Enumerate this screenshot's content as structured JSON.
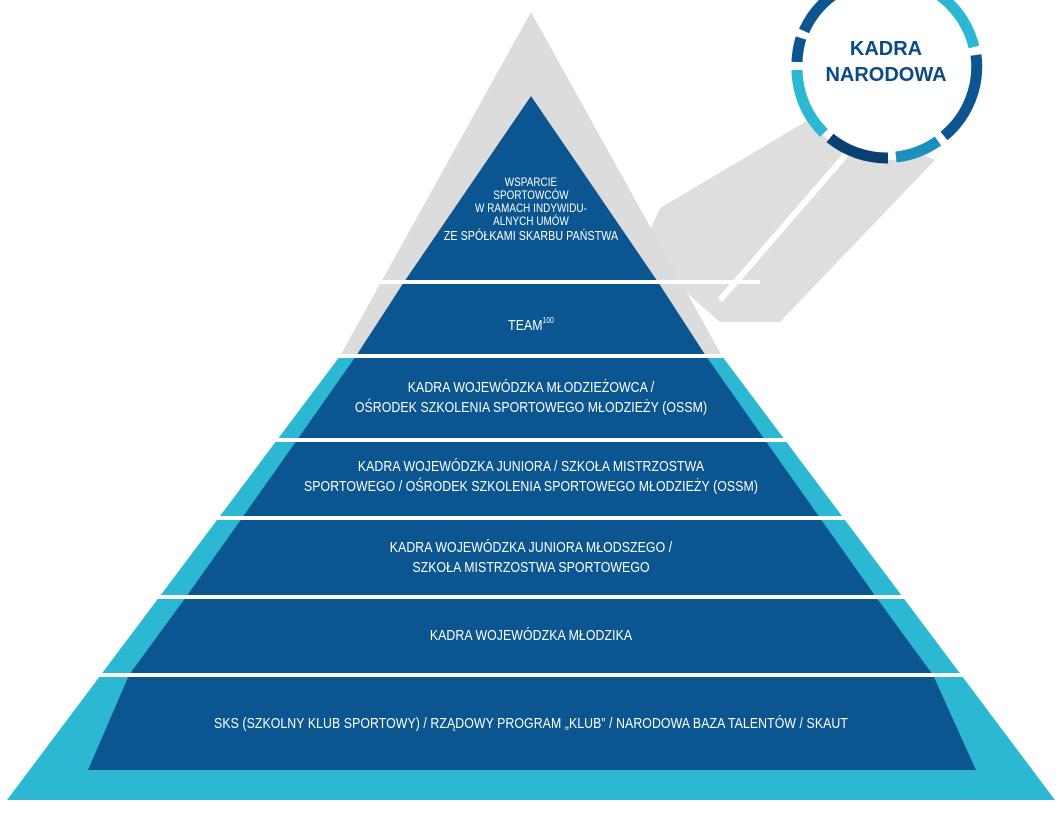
{
  "colors": {
    "background": "#ffffff",
    "dark_blue": "#0b5690",
    "light_blue": "#2cb8d3",
    "light_grey": "#dcdcdc",
    "badge_ring_dark": "#0b5690",
    "badge_ring_light": "#1ea6c8",
    "badge_text": "#0a4a86"
  },
  "badge": {
    "line1": "KADRA",
    "line2": "NARODOWA"
  },
  "levels": [
    {
      "id": "wsparcie",
      "lines": [
        "WSPARCIE",
        "SPORTOWCÓW",
        "W RAMACH INDYWIDU-",
        "ALNYCH UMÓW",
        "ZE SPÓŁKAMI SKARBU PAŃSTWA"
      ]
    },
    {
      "id": "team",
      "text": "TEAM",
      "superscript": "100"
    },
    {
      "id": "mlodziezowca",
      "lines": [
        "KADRA WOJEWÓDZKA MŁODZIEŻOWCA /",
        "OŚRODEK SZKOLENIA SPORTOWEGO MŁODZIEŻY (OSSM)"
      ]
    },
    {
      "id": "juniora",
      "lines": [
        "KADRA WOJEWÓDZKA JUNIORA / SZKOŁA MISTRZOSTWA",
        "SPORTOWEGO / OŚRODEK SZKOLENIA SPORTOWEGO MŁODZIEŻY (OSSM)"
      ]
    },
    {
      "id": "juniora-mlodszego",
      "lines": [
        "KADRA WOJEWÓDZKA JUNIORA MŁODSZEGO /",
        "SZKOŁA MISTRZOSTWA SPORTOWEGO"
      ]
    },
    {
      "id": "mlodzika",
      "lines": [
        "KADRA WOJEWÓDZKA MŁODZIKA"
      ]
    },
    {
      "id": "sks",
      "lines": [
        "SKS (SZKOLNY KLUB SPORTOWY) / RZĄDOWY PROGRAM „KLUB” / NARODOWA BAZA TALENTÓW / SKAUT"
      ]
    }
  ]
}
